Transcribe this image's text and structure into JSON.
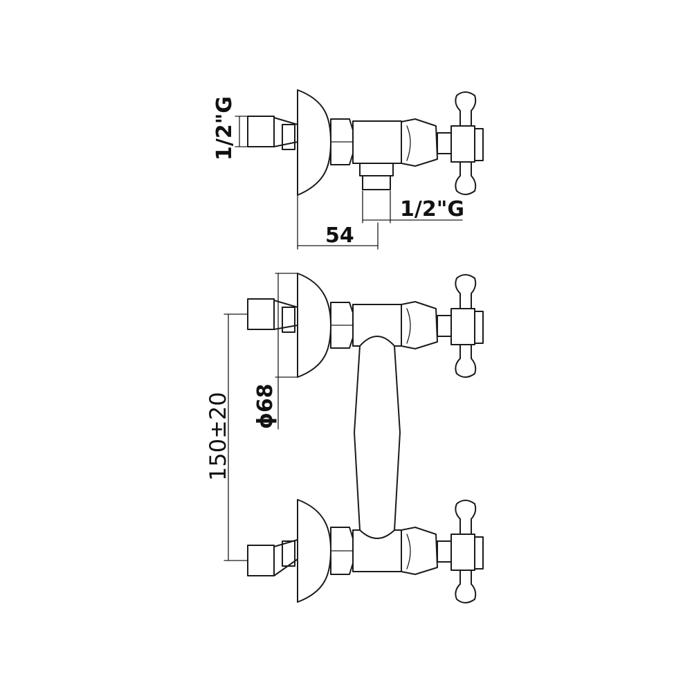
{
  "dimensions": {
    "top_inlet_thread": "1/2\"G",
    "top_outlet_thread": "1/2\"G",
    "depth": "54",
    "rosette_diameter": "ϕ68",
    "center_distance": "150±20"
  },
  "colors": {
    "line": "#1a1a1a",
    "background": "#ffffff"
  }
}
